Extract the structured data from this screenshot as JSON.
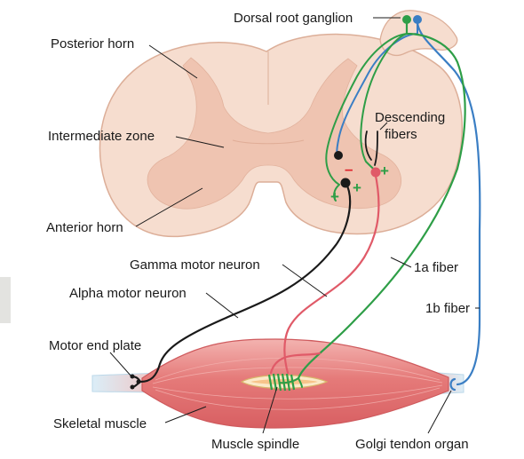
{
  "labels": {
    "dorsal_root_ganglion": "Dorsal root ganglion",
    "posterior_horn": "Posterior horn",
    "intermediate_zone": "Intermediate zone",
    "anterior_horn": "Anterior horn",
    "descending_fibers_line1": "Descending",
    "descending_fibers_line2": "fibers",
    "gamma_motor_neuron": "Gamma motor neuron",
    "alpha_motor_neuron": "Alpha motor neuron",
    "fiber_1a": "1a fiber",
    "fiber_1b": "1b fiber",
    "motor_end_plate": "Motor end plate",
    "skeletal_muscle": "Skeletal muscle",
    "muscle_spindle": "Muscle spindle",
    "golgi_tendon_organ": "Golgi tendon organ"
  },
  "signs": {
    "excitatory_left": "+",
    "excitatory_center": "+",
    "excitatory_right": "+",
    "inhibitory": "–"
  },
  "colors": {
    "spinal_cord_white_matter": "#f5dccd",
    "spinal_cord_gray_matter": "#f0c8b6",
    "cord_outline": "#d9a891",
    "muscle": "#e67b7b",
    "tendon": "#d8eaf5",
    "fiber_1a": "#2e9e47",
    "fiber_1b": "#3a7ec4",
    "gamma_neuron": "#e05a68",
    "alpha_neuron": "#1a1a1a",
    "inhibitory_sign": "#e0202a",
    "excitatory_sign": "#2e9e47"
  }
}
